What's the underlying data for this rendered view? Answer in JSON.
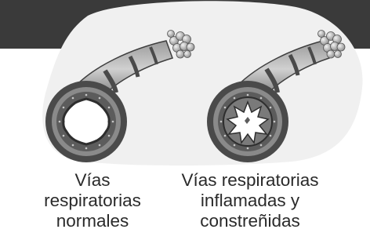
{
  "captions": {
    "normal": [
      "Vías",
      "respiratorias",
      "normales"
    ],
    "inflamed": [
      "Vías respiratorias",
      "inflamadas y",
      "constreñidas"
    ]
  },
  "colors": {
    "header_band": "#3a3a3a",
    "background_blob": "#f0f0f0",
    "tube_dark": "#4a4a4a",
    "tube_mid": "#8a8a8a",
    "tube_light": "#c9c9c9",
    "wall_ring": "#6d6d6d",
    "lumen": "#ffffff",
    "alveoli": "#b0b0b0",
    "caption_text": "#2a2a2a"
  },
  "icons": [
    "normal-airway-illustration",
    "inflamed-airway-illustration",
    "alveoli-cluster-icon"
  ]
}
